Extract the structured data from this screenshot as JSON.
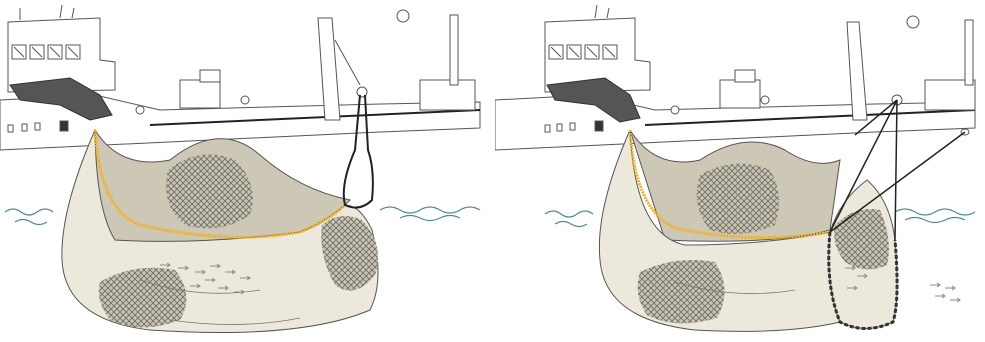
{
  "figure": {
    "panels": [
      {
        "id": "left",
        "stage": "net-bag-with-cork-float-line-and-hoisting-hook"
      },
      {
        "id": "right",
        "stage": "net-bag-pursed-with-chain-drawn-by-crane-lines"
      }
    ],
    "colors": {
      "net_fill": "#ece9dc",
      "net_fill_dark": "#cdc8b6",
      "mesh_patch": "#8c8a82",
      "float_line": "#f1b21d",
      "ship_line": "#555555",
      "ship_dark": "#333333",
      "water": "#4f8a96",
      "fish": "#8a8a8a"
    },
    "icons": [
      "ship-icon",
      "crane-icon",
      "net-bag-icon",
      "fish-school-icon",
      "wave-icon",
      "chain-icon"
    ]
  }
}
